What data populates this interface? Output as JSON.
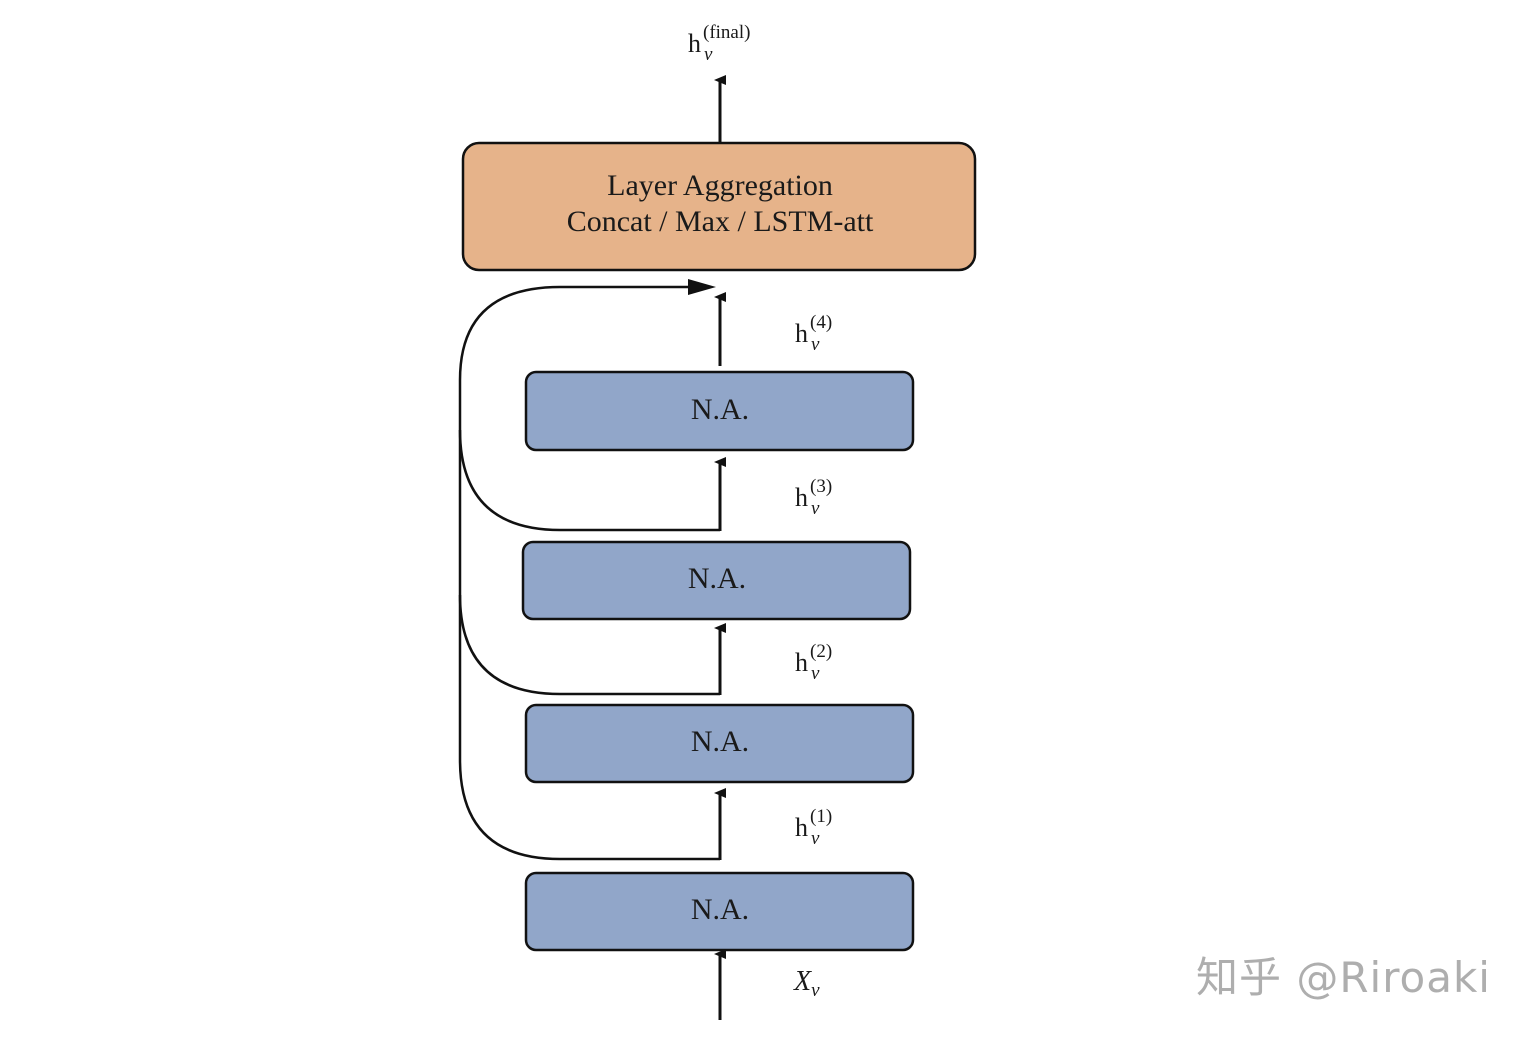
{
  "aggregation": {
    "line1": "Layer Aggregation",
    "line2": "Concat / Max / LSTM-att"
  },
  "blocks": [
    "N.A.",
    "N.A.",
    "N.A.",
    "N.A."
  ],
  "labels": {
    "final": {
      "base": "h",
      "sub": "v",
      "sup": "(final)"
    },
    "h4": {
      "base": "h",
      "sub": "v",
      "sup": "(4)"
    },
    "h3": {
      "base": "h",
      "sub": "v",
      "sup": "(3)"
    },
    "h2": {
      "base": "h",
      "sub": "v",
      "sup": "(2)"
    },
    "h1": {
      "base": "h",
      "sub": "v",
      "sup": "(1)"
    },
    "input": {
      "base": "X",
      "sub": "v"
    }
  },
  "watermark": "知乎 @Riroaki",
  "colors": {
    "aggregation_fill": "#e6b38a",
    "block_fill": "#91a6c9",
    "stroke": "#111111"
  }
}
